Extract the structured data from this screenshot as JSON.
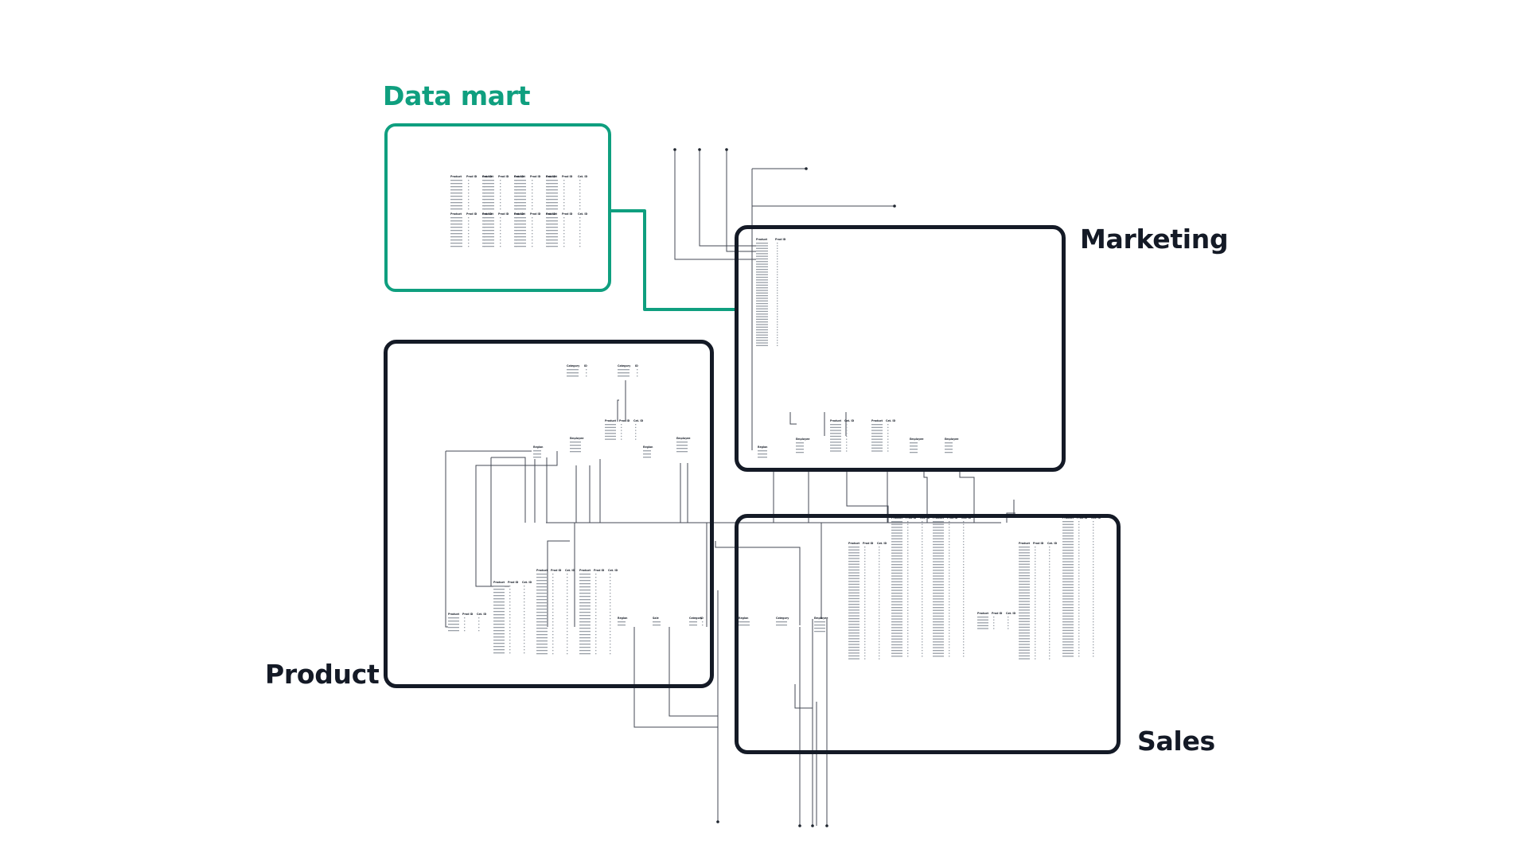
{
  "colors": {
    "data_mart_accent": "#0f9f7f",
    "region_border": "#141a26",
    "label_text": "#141a26",
    "schema_line": "#444a54"
  },
  "regions": {
    "data_mart": {
      "label": "Data mart"
    },
    "marketing": {
      "label": "Marketing"
    },
    "product": {
      "label": "Product"
    },
    "sales": {
      "label": "Sales"
    }
  },
  "schema_tables": {
    "data_mart": [
      {
        "header": [
          "Product",
          "Prod ID",
          "Cat. ID"
        ],
        "rows": 10
      },
      {
        "header": [
          "Product",
          "Prod ID",
          "Cat. ID"
        ],
        "rows": 10
      },
      {
        "header": [
          "Product",
          "Prod ID",
          "Cat. ID"
        ],
        "rows": 10
      },
      {
        "header": [
          "Product",
          "Prod ID",
          "Cat. ID"
        ],
        "rows": 10
      },
      {
        "header": [
          "Product",
          "Prod ID",
          "Cat. ID"
        ],
        "rows": 10
      },
      {
        "header": [
          "Product",
          "Prod ID",
          "Cat. ID"
        ],
        "rows": 10
      },
      {
        "header": [
          "Product",
          "Prod ID",
          "Cat. ID"
        ],
        "rows": 10
      },
      {
        "header": [
          "Product",
          "Prod ID",
          "Cat. ID"
        ],
        "rows": 10
      }
    ],
    "marketing": [
      {
        "header": [
          "Product",
          "Prod ID"
        ],
        "rows": 40
      },
      {
        "header": [
          "Product",
          "Cat. ID"
        ],
        "rows": 10
      },
      {
        "header": [
          "Product",
          "Cat. ID"
        ],
        "rows": 10
      },
      {
        "header": [
          "Region"
        ],
        "rows": 3
      },
      {
        "header": [
          "Employee"
        ],
        "rows": 4
      },
      {
        "header": [
          "Employee"
        ],
        "rows": 4
      },
      {
        "header": [
          "Employee"
        ],
        "rows": 4
      }
    ],
    "product": [
      {
        "header": [
          "Category",
          "ID"
        ],
        "rows": 3
      },
      {
        "header": [
          "Category",
          "ID"
        ],
        "rows": 3
      },
      {
        "header": [
          "Product",
          "Prod ID",
          "Cat. ID"
        ],
        "rows": 6
      },
      {
        "header": [
          "Employee"
        ],
        "rows": 4
      },
      {
        "header": [
          "Region"
        ],
        "rows": 3
      },
      {
        "header": [
          "Region"
        ],
        "rows": 3
      },
      {
        "header": [
          "Employee"
        ],
        "rows": 4
      },
      {
        "header": [
          "Product",
          "Prod ID",
          "Cat. ID"
        ],
        "rows": 5
      },
      {
        "header": [
          "Product",
          "Prod ID",
          "Cat. ID"
        ],
        "rows": 22
      },
      {
        "header": [
          "Product",
          "Prod ID",
          "Cat. ID"
        ],
        "rows": 26
      },
      {
        "header": [
          "Product",
          "Prod ID",
          "Cat. ID"
        ],
        "rows": 26
      },
      {
        "header": [
          "Region"
        ],
        "rows": 2
      },
      {
        "header": [
          "Sale"
        ],
        "rows": 2
      },
      {
        "header": [
          "Category",
          "ID"
        ],
        "rows": 2
      }
    ],
    "sales": [
      {
        "header": [
          "Region"
        ],
        "rows": 2
      },
      {
        "header": [
          "Category"
        ],
        "rows": 2
      },
      {
        "header": [
          "Employee"
        ],
        "rows": 4
      },
      {
        "header": [
          "Product",
          "Prod ID",
          "Cat. ID"
        ],
        "rows": 40
      },
      {
        "header": [
          "Product",
          "Prod ID",
          "Cat. ID"
        ],
        "rows": 48
      },
      {
        "header": [
          "Product",
          "Prod ID",
          "Cat. ID"
        ],
        "rows": 48
      },
      {
        "header": [
          "Product",
          "Prod ID",
          "Cat. ID"
        ],
        "rows": 5
      },
      {
        "header": [
          "Product",
          "Prod ID",
          "Cat. ID"
        ],
        "rows": 40
      },
      {
        "header": [
          "Product",
          "Prod ID",
          "Cat. ID"
        ],
        "rows": 48
      }
    ]
  }
}
